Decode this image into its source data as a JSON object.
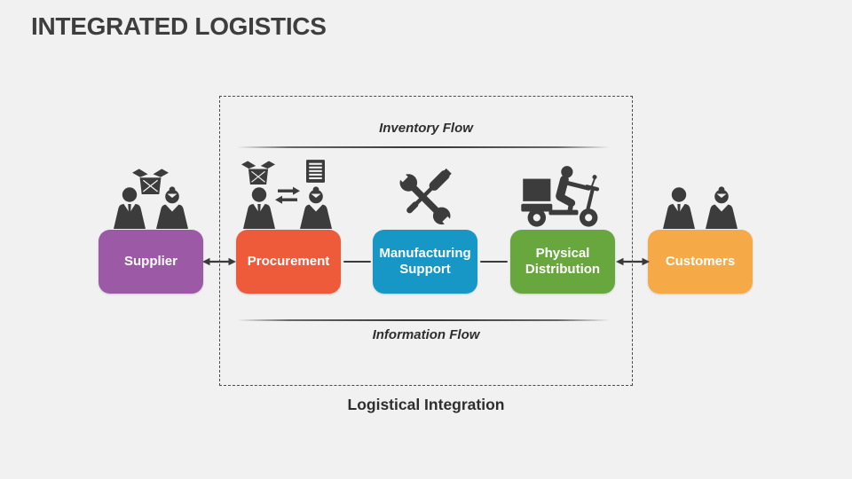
{
  "slide": {
    "title": "INTEGRATED LOGISTICS"
  },
  "diagram": {
    "container_label": "Logistical Integration",
    "top_flow_label": "Inventory Flow",
    "bottom_flow_label": "Information Flow",
    "nodes": [
      {
        "id": "supplier",
        "label": "Supplier",
        "color": "#9C59A6",
        "icon": "supplier-man-woman-package-icon"
      },
      {
        "id": "procurement",
        "label": "Procurement",
        "color": "#EE5B3B",
        "icon": "procurement-goods-document-exchange-icon"
      },
      {
        "id": "manufacturing-support",
        "label": "Manufacturing Support",
        "color": "#1697C5",
        "icon": "wrench-screwdriver-tools-icon"
      },
      {
        "id": "physical-distribution",
        "label": "Physical Distribution",
        "color": "#68A73E",
        "icon": "delivery-scooter-icon"
      },
      {
        "id": "customers",
        "label": "Customers",
        "color": "#F6A947",
        "icon": "customers-man-woman-icon"
      }
    ],
    "connectors": [
      {
        "from": "Supplier",
        "to": "Procurement",
        "style": "double-arrow"
      },
      {
        "from": "Procurement",
        "to": "Manufacturing Support",
        "style": "line"
      },
      {
        "from": "Manufacturing Support",
        "to": "Physical Distribution",
        "style": "line"
      },
      {
        "from": "Physical Distribution",
        "to": "Customers",
        "style": "double-arrow"
      }
    ]
  },
  "colors": {
    "background": "#F1F1F2",
    "title_text": "#3E3E3E",
    "label_text": "#2E2E2E",
    "box_text": "#FFFFFF",
    "icon": "#3C3C3C",
    "line": "#3A3A3A",
    "border": "#4A4A4A"
  }
}
